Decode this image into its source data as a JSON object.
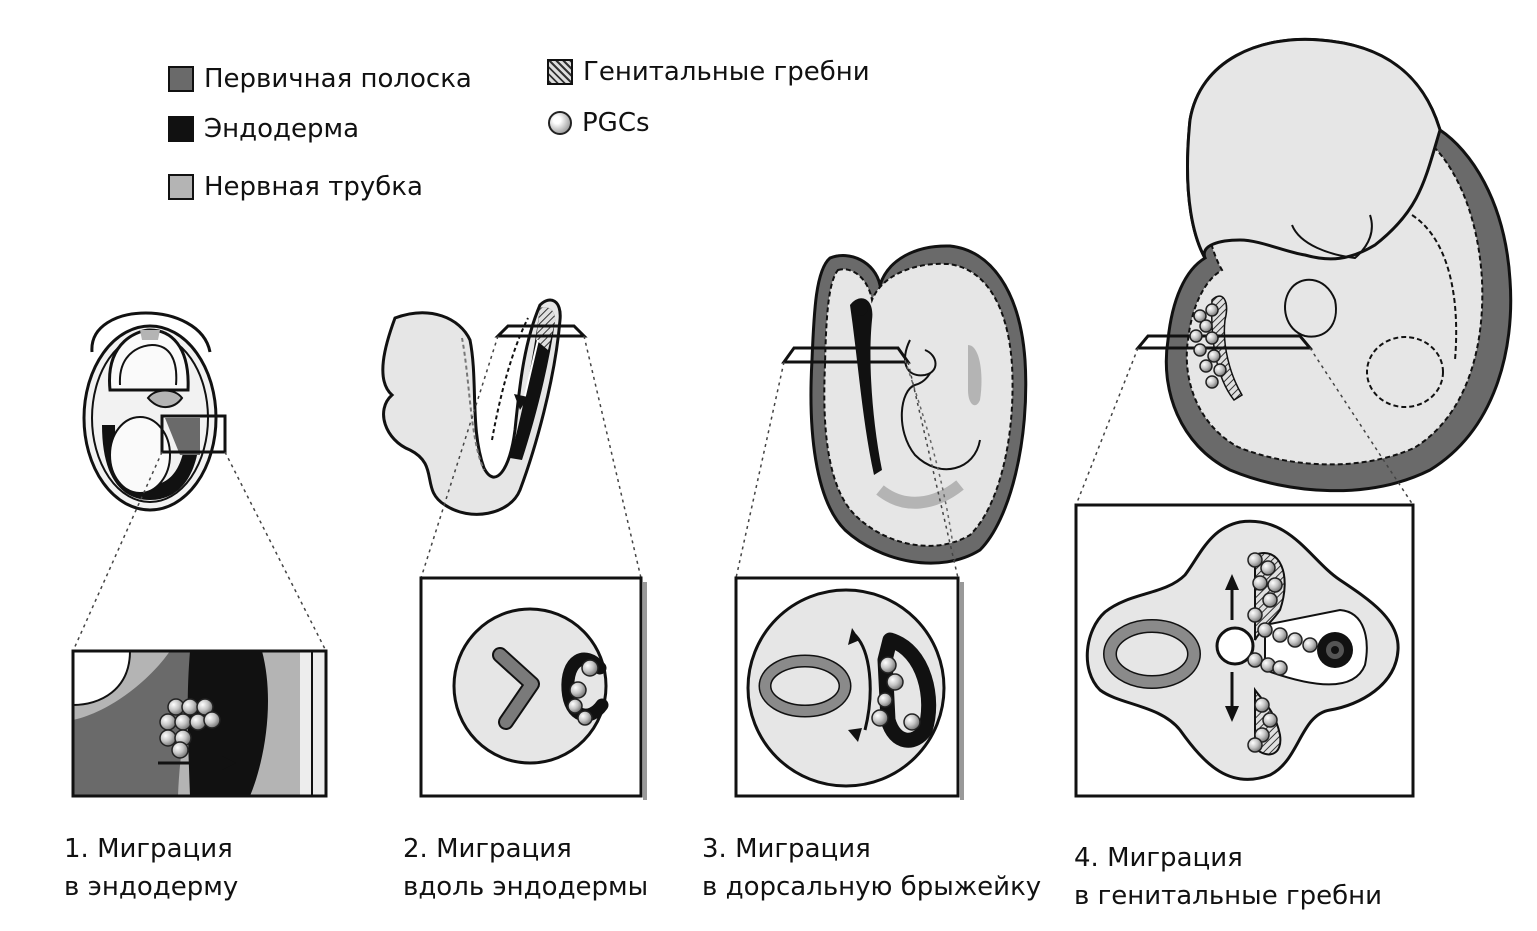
{
  "legend": {
    "primitive_streak": "Первичная полоска",
    "endoderm": "Эндодерма",
    "neural_tube": "Нервная трубка",
    "genital_ridges": "Генитальные гребни",
    "pgcs": "PGCs"
  },
  "stages": [
    {
      "line1": "1. Миграция",
      "line2": "в эндодерму"
    },
    {
      "line1": "2. Миграция",
      "line2": "вдоль эндодермы"
    },
    {
      "line1": "3. Миграция",
      "line2": "в дорсальную брыжейку"
    },
    {
      "line1": "4. Миграция",
      "line2": "в генитальные гребни"
    }
  ],
  "colors": {
    "primitive_streak": "#6a6a6a",
    "endoderm": "#111111",
    "neural_tube": "#b4b4b4",
    "embryo_fill": "#e6e6e6",
    "pgc": "#d0d0d0"
  }
}
